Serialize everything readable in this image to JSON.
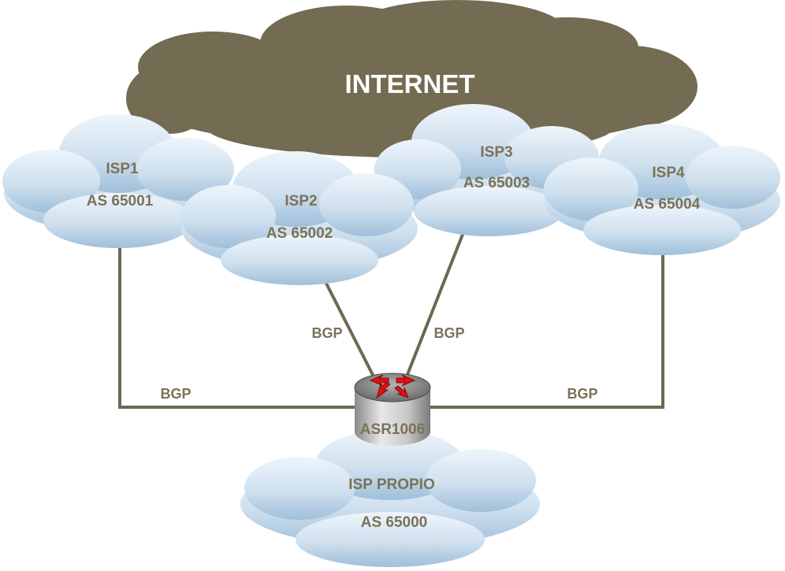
{
  "internet": {
    "label": "INTERNET"
  },
  "isps": [
    {
      "name": "ISP1",
      "as": "AS 65001"
    },
    {
      "name": "ISP2",
      "as": "AS 65002"
    },
    {
      "name": "ISP3",
      "as": "AS 65003"
    },
    {
      "name": "ISP4",
      "as": "AS 65004"
    }
  ],
  "own_isp": {
    "name": "ISP PROPIO",
    "as": "AS 65000"
  },
  "router": {
    "label": "ASR1006",
    "icon": "router-icon"
  },
  "links": [
    {
      "from": "ISP1",
      "label": "BGP"
    },
    {
      "from": "ISP2",
      "label": "BGP"
    },
    {
      "from": "ISP3",
      "label": "BGP"
    },
    {
      "from": "ISP4",
      "label": "BGP"
    }
  ],
  "colors": {
    "internet_cloud": "#736b52",
    "isp_cloud_light": "#eaf2f9",
    "isp_cloud_dark": "#a9c7df",
    "link_line": "#6f6852",
    "label_text": "#7a7258",
    "router_arrow": "#e01010"
  }
}
